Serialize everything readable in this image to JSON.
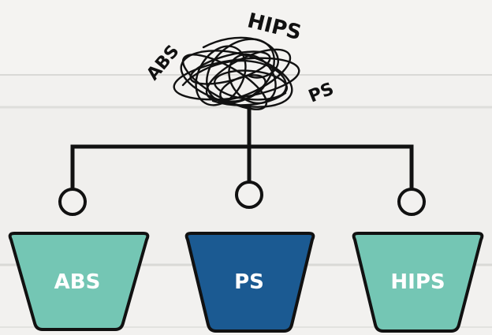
{
  "tangle": {
    "labels": [
      "ABS",
      "HIPS",
      "PS"
    ]
  },
  "bins": [
    {
      "label": "ABS",
      "color": "#74c6b4"
    },
    {
      "label": "PS",
      "color": "#1b5a92"
    },
    {
      "label": "HIPS",
      "color": "#74c6b4"
    }
  ],
  "colors": {
    "background": "#f2f1ef",
    "plank_seam": "#dcdcda",
    "line": "#111111",
    "text_light": "#ffffff",
    "text_dark": "#111111"
  }
}
